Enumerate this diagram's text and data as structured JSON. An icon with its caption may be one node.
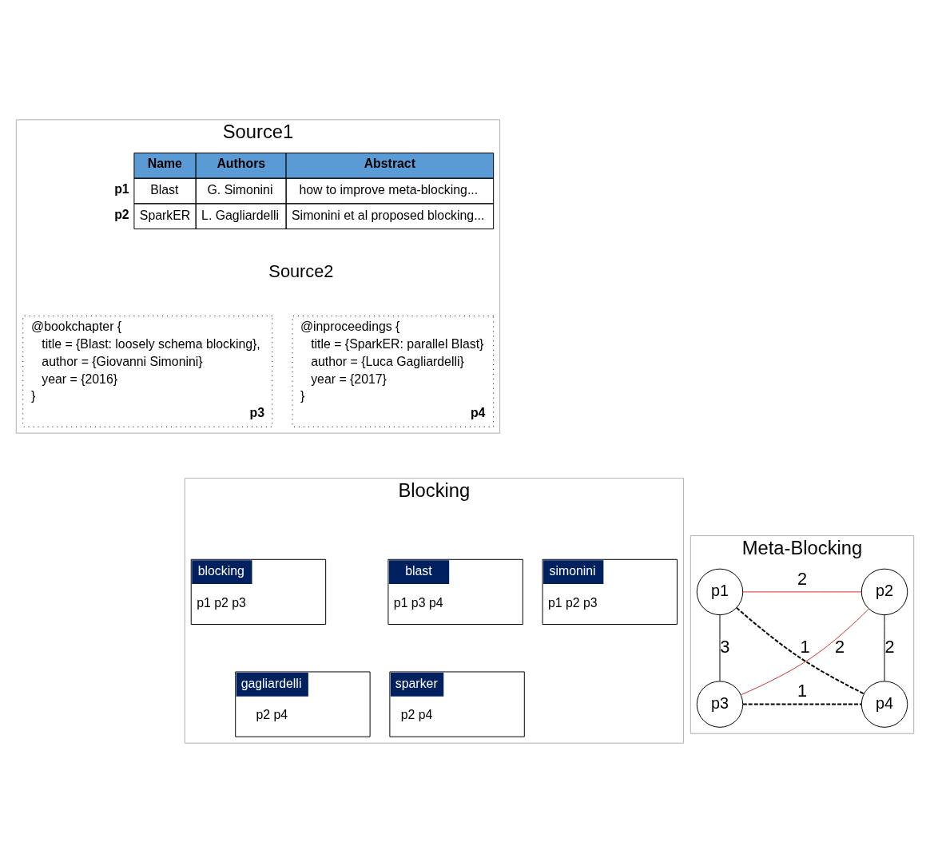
{
  "diagram": {
    "nodes": [
      {
        "text": [
          "Source1"
        ]
      },
      {
        "text": [
          "@bookchapter {",
          "title = {Blast: loosely schema blocking},",
          "author = {Giovanni Simonini}",
          "year = {2016}",
          "}",
          "p3"
        ],
        "in": 0
      },
      {
        "text": [
          "@inproceedings {",
          "title = {SparkER: parallel Blast}",
          "author = {Luca Gagliardelli}",
          "year = {2017}",
          "}",
          "p4"
        ],
        "in": 0
      },
      {
        "text": [
          "Blocking"
        ]
      },
      {
        "text": [
          "blast",
          "p1 p3 p4"
        ],
        "in": 3
      },
      {
        "text": [
          "simonini",
          "p1 p2 p3"
        ],
        "in": 3
      },
      {
        "text": [
          "blocking",
          "p1 p2 p3"
        ],
        "in": 3
      },
      {
        "text": [
          "gagliardelli",
          "p2 p4"
        ],
        "in": 3
      },
      {
        "text": [
          "sparker",
          "p2 p4"
        ],
        "in": 3
      },
      {
        "text": [
          "Meta-Blocking"
        ]
      },
      {
        "text": [
          "p1"
        ],
        "in": 9
      },
      {
        "text": [
          "p2"
        ],
        "in": 9
      },
      {
        "text": [
          "p3"
        ],
        "in": 9
      },
      {
        "text": [
          "p4"
        ],
        "in": 9
      }
    ],
    "edges": [
      {
        "from": 10,
        "to": 11,
        "arrow": "none",
        "label": "2",
        "color": "#d03030"
      },
      {
        "from": 10,
        "to": 13,
        "arrow": "none",
        "label": "1",
        "style": "dashed"
      },
      {
        "from": 11,
        "to": 12,
        "arrow": "none",
        "label": "2",
        "color": "#d03030"
      },
      {
        "from": 10,
        "to": 12,
        "arrow": "none",
        "label": "3"
      },
      {
        "from": 11,
        "to": 13,
        "arrow": "none",
        "label": "2"
      },
      {
        "from": 12,
        "to": 13,
        "arrow": "none",
        "label": "1",
        "style": "dashed"
      }
    ],
    "labels": [
      "Name",
      "Authors",
      "Abstract",
      "p1",
      "Blast",
      "G. Simonini",
      "how to improve meta-blocking...",
      "p2",
      "SparkER",
      "L. Gagliardelli",
      "Simonini et al proposed blocking...",
      "Source2"
    ]
  }
}
